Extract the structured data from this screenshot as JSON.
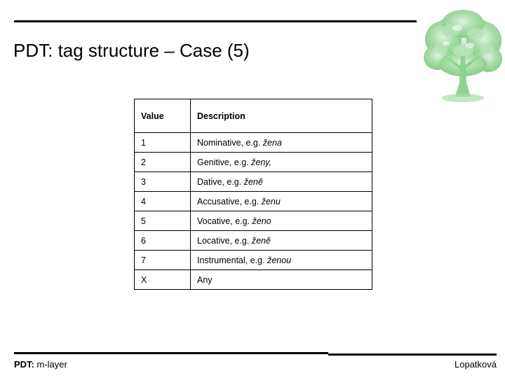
{
  "slide": {
    "title": "PDT: tag structure – Case (5)",
    "decor_icon": "tree-icon",
    "accent_color": "#8fd18f",
    "rule_color": "#000000"
  },
  "table": {
    "columns": [
      "Value",
      "Description"
    ],
    "rows": [
      {
        "value": "1",
        "description_prefix": "Nominative, e.g. ",
        "example": "žena"
      },
      {
        "value": "2",
        "description_prefix": "Genitive, e.g. ",
        "example": "ženy,"
      },
      {
        "value": "3",
        "description_prefix": "Dative, e.g. ",
        "example": "ženě"
      },
      {
        "value": "4",
        "description_prefix": "Accusative, e.g. ",
        "example": "ženu"
      },
      {
        "value": "5",
        "description_prefix": "Vocative, e.g. ",
        "example": "ženo"
      },
      {
        "value": "6",
        "description_prefix": "Locative, e.g. ",
        "example": "ženě"
      },
      {
        "value": "7",
        "description_prefix": "Instrumental, e.g. ",
        "example": "ženou"
      },
      {
        "value": "X",
        "description_prefix": "Any",
        "example": ""
      }
    ]
  },
  "footer": {
    "left_bold": "PDT:",
    "left_regular": " m-layer",
    "right": "Lopatková"
  }
}
